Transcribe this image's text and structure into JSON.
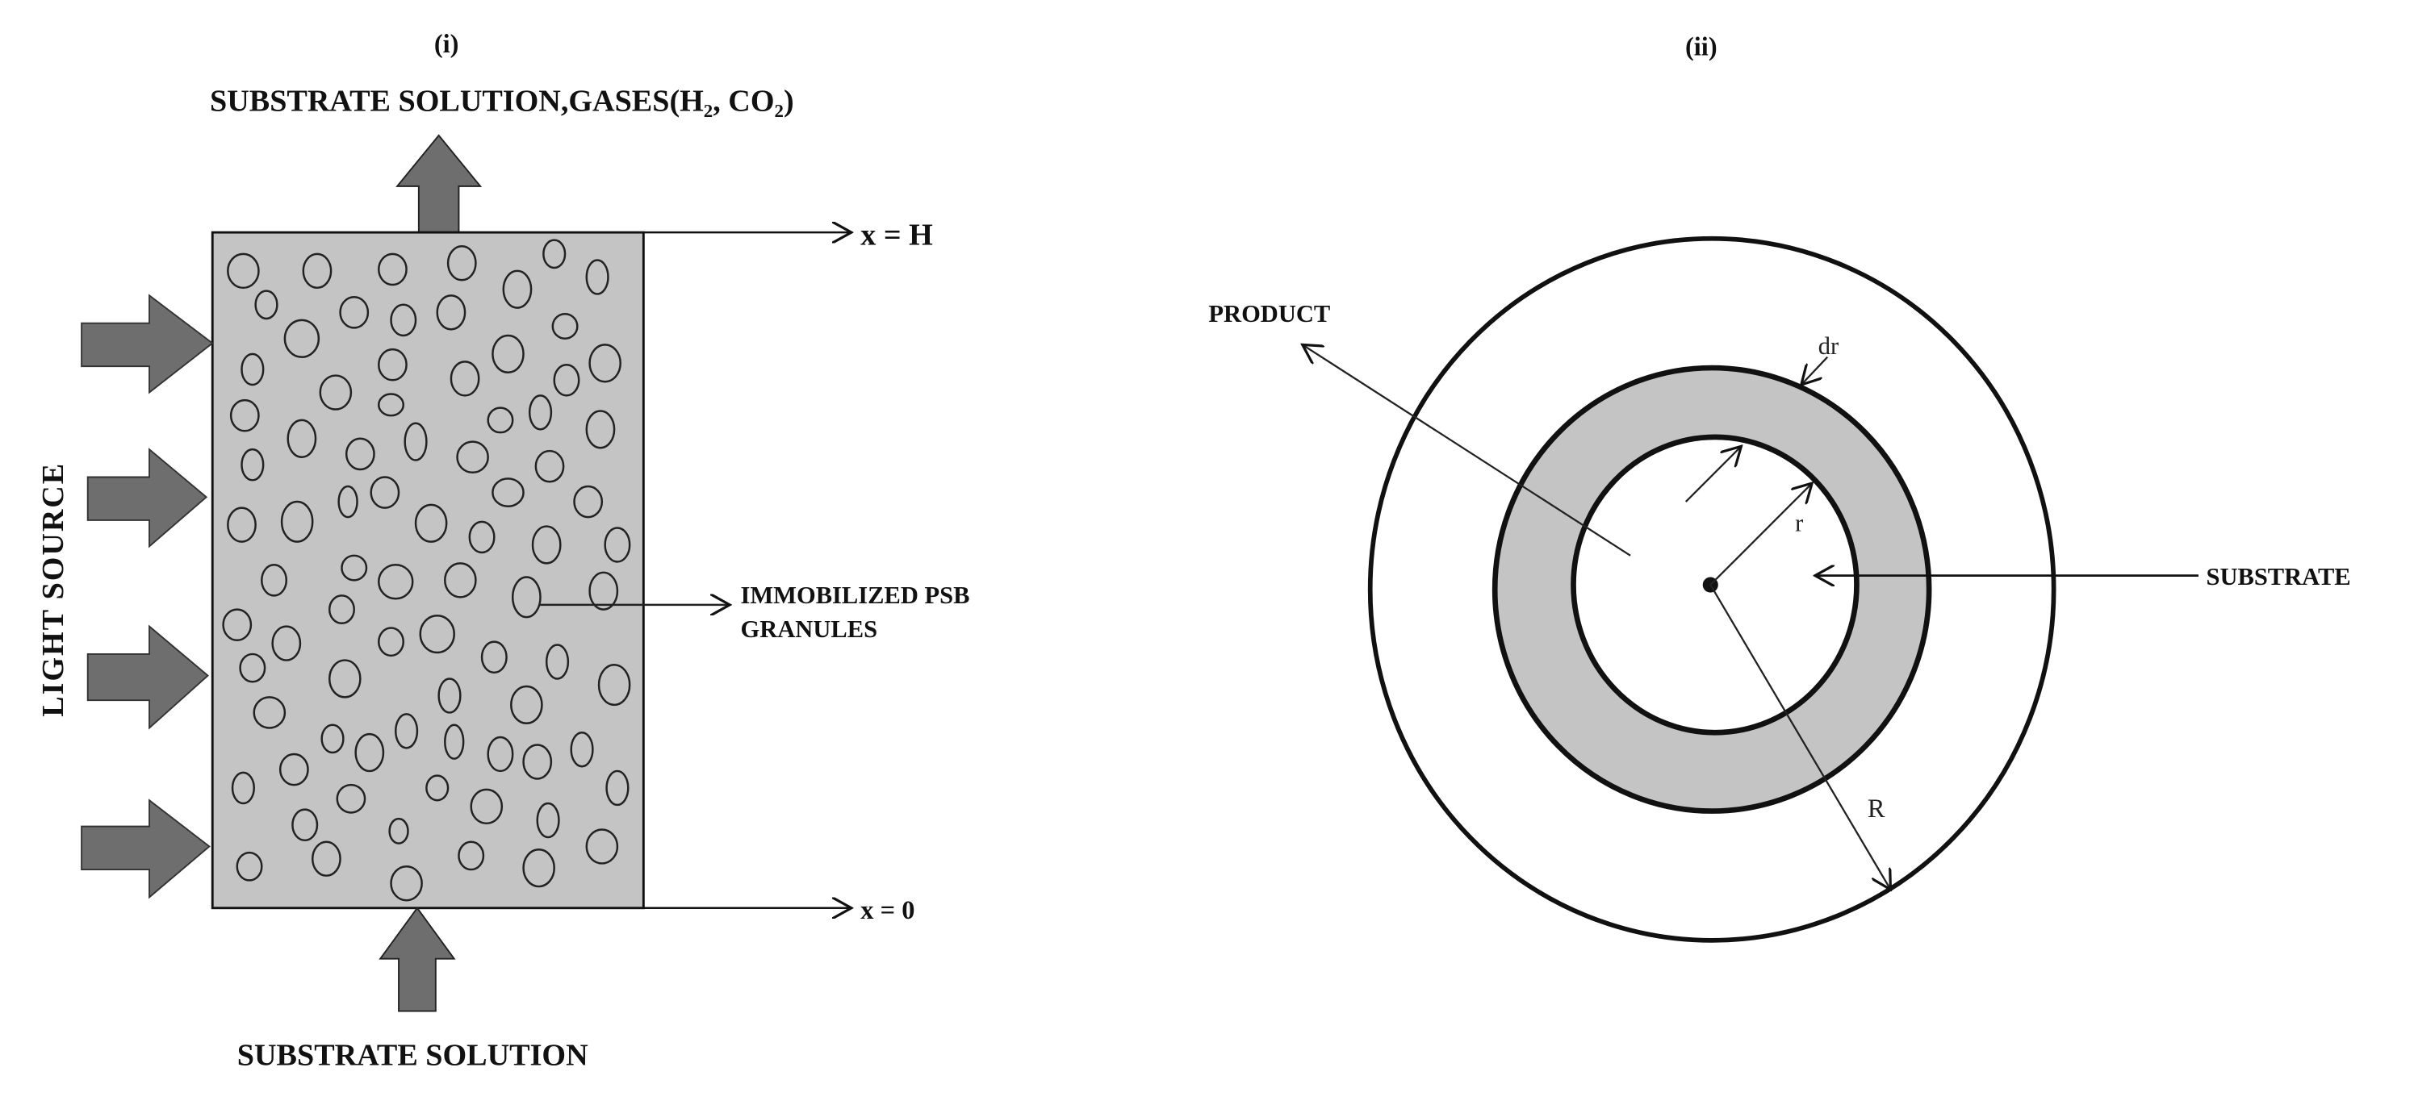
{
  "panel_i": {
    "label": "(i)",
    "top_output_label": "SUBSTRATE SOLUTION,GASES(H₂, CO₂)",
    "bottom_input_label": "SUBSTRATE SOLUTION",
    "left_label": "LIGHT SOURCE",
    "x_top_label": "x = H",
    "x_bottom_label": "x = 0",
    "granules_label_line1": "IMMOBILIZED PSB",
    "granules_label_line2": "GRANULES",
    "light_arrow_count": 4,
    "colors": {
      "bed_fill": "#c4c4c4",
      "arrow_fill": "#6e6e6e",
      "stroke": "#111111"
    }
  },
  "panel_ii": {
    "label": "(ii)",
    "product_label": "PRODUCT",
    "substrate_label": "SUBSTRATE",
    "dr_label": "dr",
    "r_label": "r",
    "R_label": "R",
    "colors": {
      "shell_fill": "#c4c4c4",
      "stroke": "#111111"
    }
  }
}
